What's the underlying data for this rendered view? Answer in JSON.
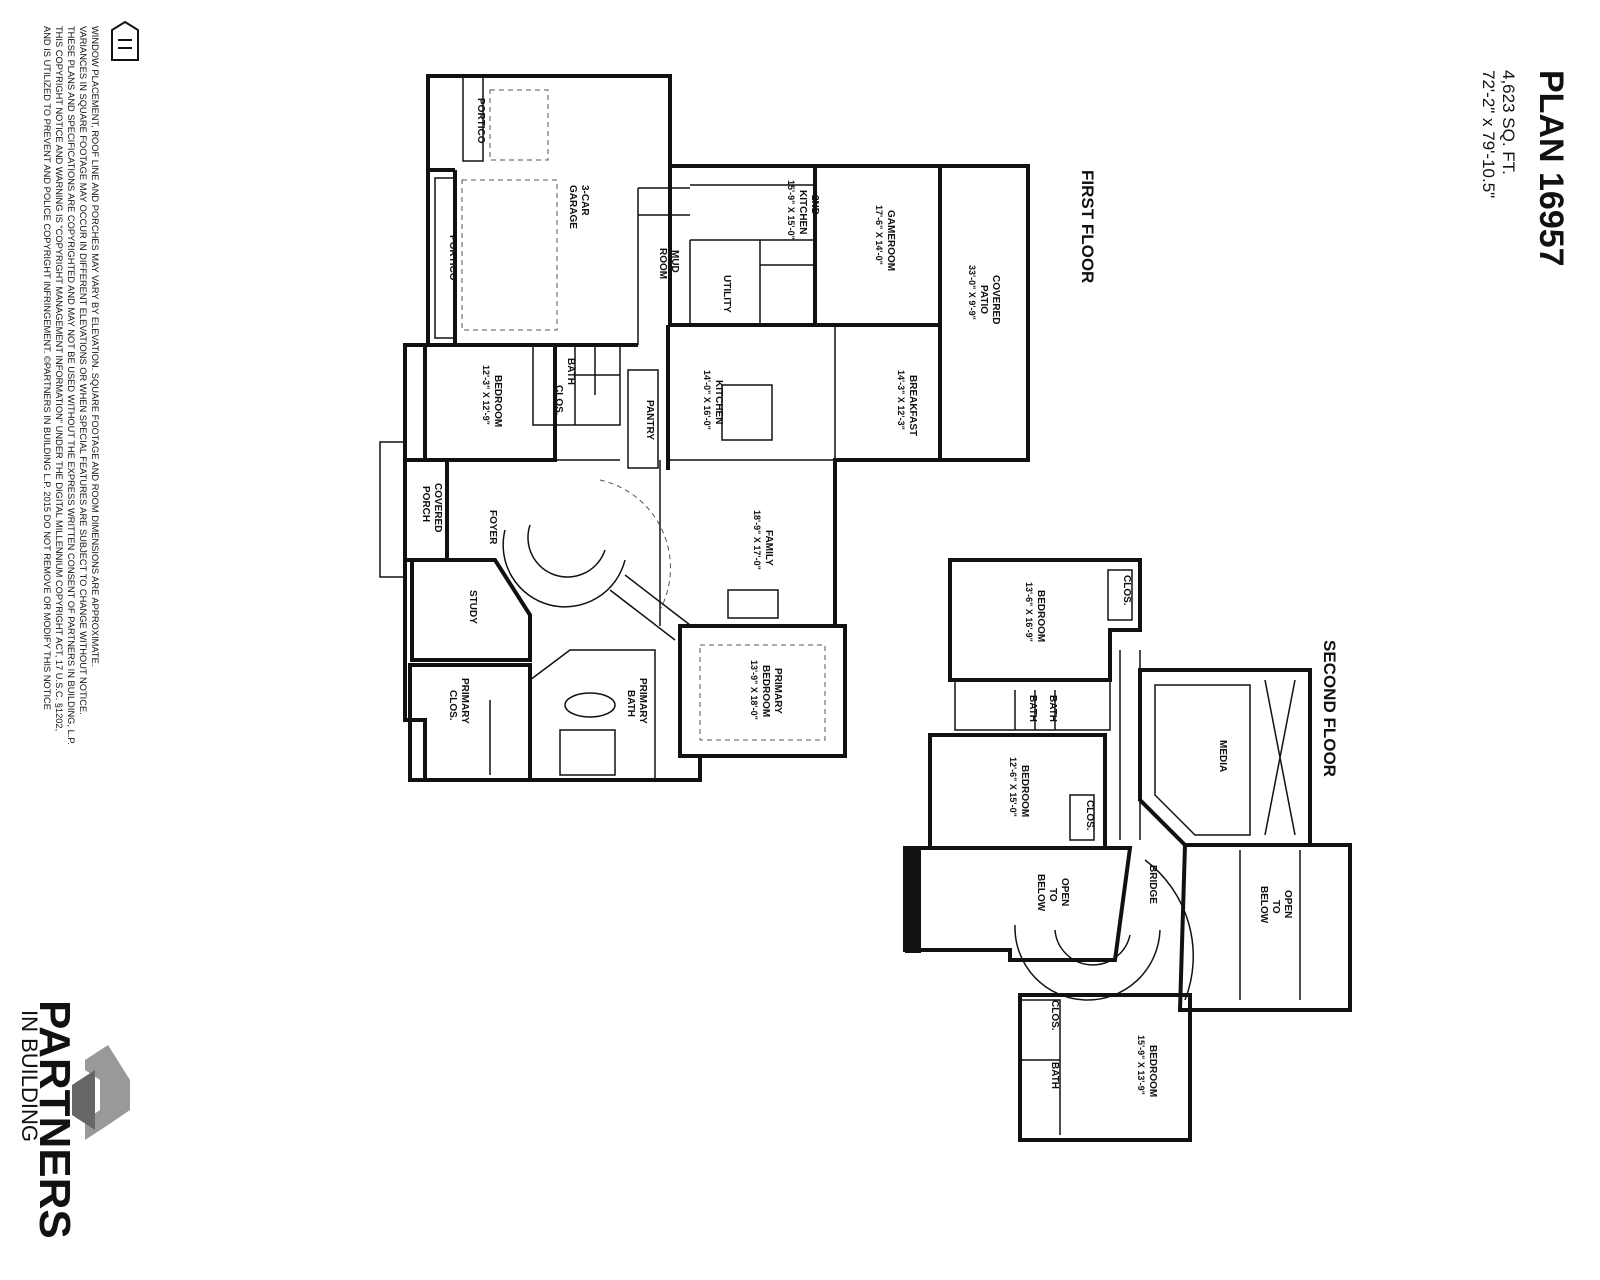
{
  "header": {
    "plan": "PLAN 16957",
    "sqft": "4,623 SQ. FT.",
    "dims": "72'-2\" x 79'-10.5\""
  },
  "floors": {
    "first": "FIRST FLOOR",
    "second": "SECOND FLOOR"
  },
  "rooms": {
    "portico_top": "PORTICO",
    "portico_side": "PORTICO",
    "garage": [
      "3-CAR",
      "GARAGE"
    ],
    "second_kitchen": [
      "2ND",
      "KITCHEN",
      "15'-9\" X 15'-0\""
    ],
    "gameroom": [
      "GAMEROOM",
      "17'-6\" X 14'-0\""
    ],
    "covered_patio": [
      "COVERED",
      "PATIO",
      "33'-0\" X 9'-9\""
    ],
    "mud_room": [
      "MUD",
      "ROOM"
    ],
    "utility": "UTILITY",
    "bedroom_1": [
      "BEDROOM",
      "12'-3\" X 12'-9\""
    ],
    "bath_1": "BATH",
    "clos_1": "CLOS.",
    "pantry": "PANTRY",
    "kitchen": [
      "KITCHEN",
      "14'-0\" X 16'-0\""
    ],
    "breakfast": [
      "BREAKFAST",
      "14'-3\" X 12'-3\""
    ],
    "covered_porch": [
      "COVERED",
      "PORCH"
    ],
    "foyer": "FOYER",
    "family": [
      "FAMILY",
      "18'-9\" X 17'-0\""
    ],
    "study": "STUDY",
    "primary_clos": [
      "PRIMARY",
      "CLOS."
    ],
    "primary_bath": [
      "PRIMARY",
      "BATH"
    ],
    "primary_bedroom": [
      "PRIMARY",
      "BEDROOM",
      "13'-9\" X 18'-0\""
    ],
    "bedroom_2": [
      "BEDROOM",
      "13'-6\" X 16'-9\""
    ],
    "clos_2": "CLOS.",
    "bath_2a": "BATH",
    "bath_2b": "BATH",
    "media": "MEDIA",
    "bedroom_3": [
      "BEDROOM",
      "12'-6\" X 15'-0\""
    ],
    "clos_3": "CLOS.",
    "open_below_1": [
      "OPEN",
      "TO",
      "BELOW"
    ],
    "bridge": "BRIDGE",
    "open_below_2": [
      "OPEN",
      "TO",
      "BELOW"
    ],
    "clos_4": "CLOS.",
    "bath_4": "BATH",
    "bedroom_4": [
      "BEDROOM",
      "15'-9\" X 13'-9\""
    ]
  },
  "disclaimer": [
    "WINDOW PLACEMENT, ROOF LINE AND PORCHES MAY VARY BY ELEVATION.  SQUARE FOOTAGE AND ROOM DIMENSIONS ARE APPROXIMATE.",
    "VARIANCES IN SQUARE FOOTAGE MAY OCCUR IN DIFFERENT ELEVATIONS OR WHEN SPECIAL FEATURES ARE SUBJECT TO CHANGE WITHOUT NOTICE.",
    "THESE PLANS AND SPECIFICATIONS ARE COPYRIGHTED AND MAY NOT BE USED WITHOUT THE EXPRESS WRITTEN CONSENT OF PARTNERS IN BUILDING, L.P.",
    "THIS COPYRIGHT NOTICE AND WARNING IS \"COPYRIGHT MANAGEMENT INFORMATION\" UNDER THE DIGITAL MILLENNIUM COPYRIGHT ACT, 17 U.S.C. §1202,",
    "AND IS UTILIZED TO PREVENT AND POLICE COPYRIGHT INFRINGEMENT.  ©PARTNERS IN BUILDING L.P.  2015  DO NOT REMOVE OR MODIFY THIS NOTICE"
  ],
  "brand": {
    "name": "PARTNERS",
    "sub": "IN BUILDING"
  }
}
